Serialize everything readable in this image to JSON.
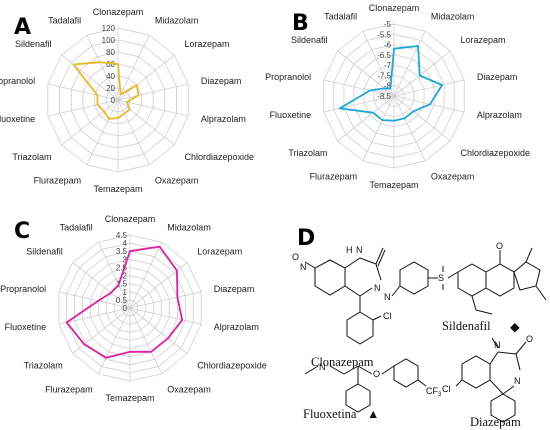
{
  "chart_data": [
    {
      "type": "radar",
      "panel": "A",
      "categories": [
        "Clonazepam",
        "Midazolam",
        "Lorazepam",
        "Diazepam",
        "Alprazolam",
        "Chlordiazepoxide",
        "Oxazepam",
        "Temazepam",
        "Flurazepam",
        "Triazolam",
        "Fluoxetine",
        "Propranolol",
        "Sildenafil",
        "Tadalafil"
      ],
      "ticks": [
        "0",
        "20",
        "40",
        "60",
        "80",
        "100",
        "120"
      ],
      "rlim": [
        0,
        120
      ],
      "color": "#e8b923",
      "values": [
        60,
        10,
        40,
        35,
        15,
        25,
        25,
        30,
        35,
        30,
        35,
        35,
        95,
        70
      ]
    },
    {
      "type": "radar",
      "panel": "B",
      "categories": [
        "Clonazepam",
        "Midazolam",
        "Lorazepam",
        "Diazepam",
        "Alprazolam",
        "Chlordiazepoxide",
        "Oxazepam",
        "Temazepam",
        "Flurazepam",
        "Triazolam",
        "Fluoxetine",
        "Propranolol",
        "Sildenafil",
        "Tadalafil"
      ],
      "ticks": [
        "-8.5",
        "-8",
        "-7.5",
        "-7",
        "-6.5",
        "-6",
        "-5.5",
        "-5"
      ],
      "rlim": [
        -8.5,
        -5
      ],
      "color": "#1ba8d8",
      "values": [
        -6.2,
        -5.8,
        -6.9,
        -6.1,
        -6.7,
        -7.3,
        -7.3,
        -7.3,
        -7.2,
        -7.2,
        -5.8,
        -7.3,
        -7.9,
        -8.1
      ]
    },
    {
      "type": "radar",
      "panel": "C",
      "categories": [
        "Clonazepam",
        "Midazolam",
        "Lorazepam",
        "Diazepam",
        "Alprazolam",
        "Chlordiazepoxide",
        "Oxazepam",
        "Temazepam",
        "Flurazepam",
        "Triazolam",
        "Fluoxetine",
        "Propranolol",
        "Sildenafil",
        "Tadalafil"
      ],
      "ticks": [
        "0",
        "0.5",
        "1",
        "1.5",
        "2",
        "2.5",
        "3",
        "3.5",
        "4",
        "4.5"
      ],
      "rlim": [
        0,
        4.5
      ],
      "color": "#e020a0",
      "values": [
        3.5,
        4.2,
        3.7,
        3.0,
        3.3,
        3.0,
        3.0,
        2.7,
        3.4,
        3.6,
        4.0,
        2.0,
        1.5,
        1.6
      ]
    }
  ],
  "panels": {
    "A": "A",
    "B": "B",
    "C": "C",
    "D": "D"
  },
  "structures": {
    "clonazepam": "Clonazepam",
    "sildenafil": "Sildenafil",
    "fluoxetine": "Fluoxetina",
    "diazepam": "Diazepam"
  },
  "markers": {
    "sildenafil": "◆",
    "fluoxetine": "▲"
  },
  "atoms": {
    "nh": "N",
    "h": "H",
    "n": "N",
    "o": "O",
    "cl": "Cl",
    "no2_o": "O",
    "no2_n": "N",
    "s": "S",
    "cf3": "CF",
    "cf3_sub": "3"
  }
}
